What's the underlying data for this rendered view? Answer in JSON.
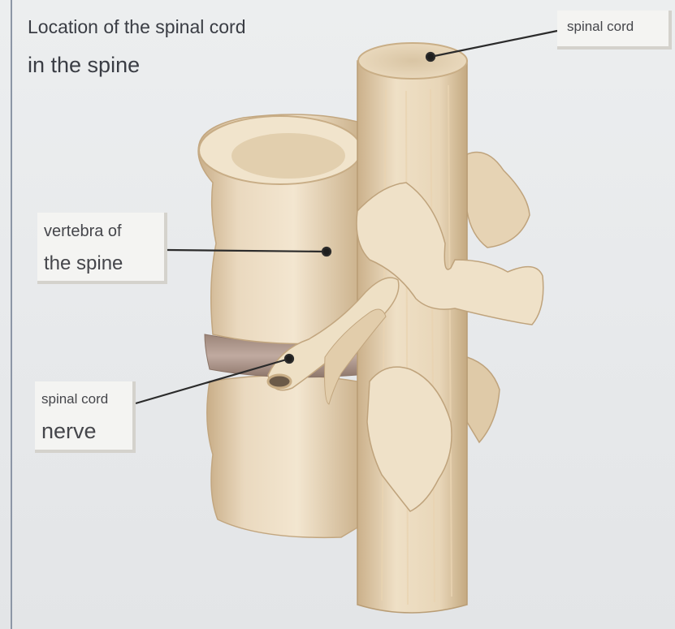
{
  "title": {
    "line1": "Location of the spinal cord",
    "line2": "in the spine"
  },
  "labels": {
    "spinal_cord": "spinal cord",
    "vertebra_line1": "vertebra of",
    "vertebra_line2": "the spine",
    "nerve_line1": "spinal cord",
    "nerve_line2": "nerve"
  },
  "colors": {
    "bone": "#ead9bf",
    "bone_shadow": "#c9ae88",
    "disc": "#b39a8f",
    "leader_line": "#2b2b2b",
    "label_background": "#f4f4f2"
  }
}
